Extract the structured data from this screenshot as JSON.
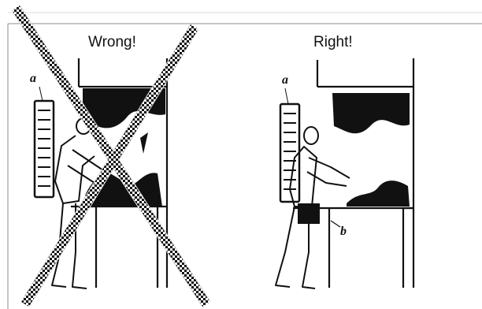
{
  "panels": {
    "wrong": {
      "caption": "Wrong!",
      "marker_a": "a"
    },
    "right": {
      "caption": "Right!",
      "marker_a": "a",
      "marker_b": "b"
    }
  },
  "colors": {
    "ink": "#111111",
    "frame": "#9a9a9a",
    "cross_light": "#dcdcdc"
  }
}
